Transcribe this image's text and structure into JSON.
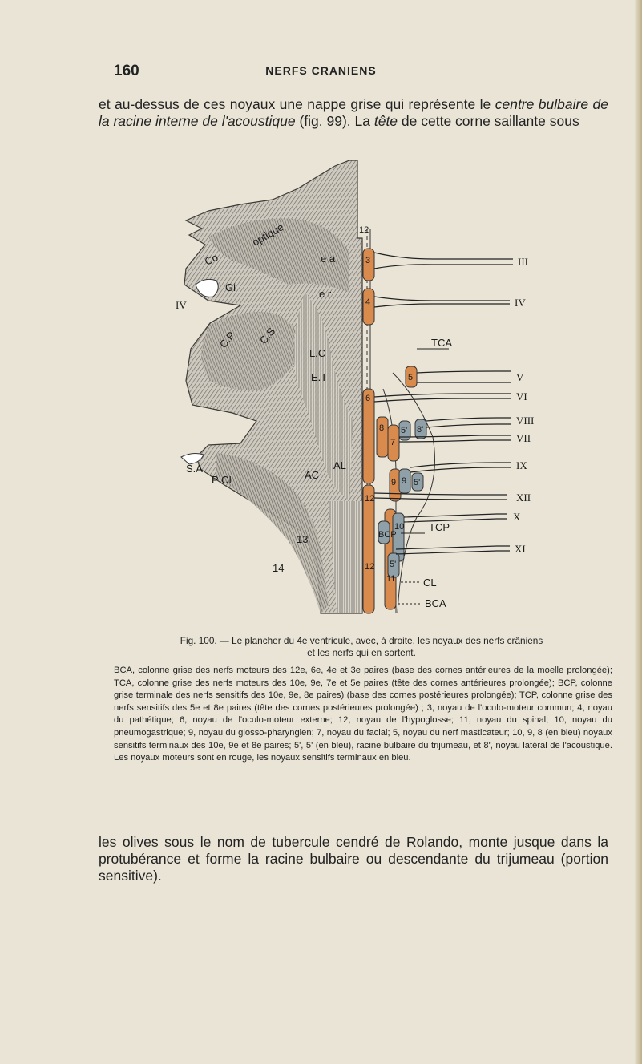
{
  "header": {
    "page_number": "160",
    "running_head": "NERFS CRANIENS"
  },
  "paragraph_top": {
    "part1": "et au-dessus de ces noyaux une nappe grise qui représente le ",
    "italic1": "centre bulbaire de la racine interne de l'acoustique",
    "part2": " (fig. 99). La ",
    "italic2": "tête",
    "part3": " de cette corne saillante sous"
  },
  "figure": {
    "left_labels": {
      "optic": "optique",
      "co": "Co",
      "gi": "Gi",
      "iv": "IV",
      "cs": "C.S",
      "cp": "C.P",
      "lcl": "L.C",
      "et": "E.T",
      "ea": "e a",
      "er": "e r",
      "sa": "S.A",
      "pci": "P CI",
      "ac": "AC",
      "al": "AL",
      "n13": "13",
      "n14": "14"
    },
    "nuclei": [
      "3",
      "4",
      "5",
      "6",
      "8",
      "7",
      "5'",
      "8'",
      "9",
      "9",
      "5'",
      "12",
      "10",
      "BCP",
      "5'",
      "11",
      "12"
    ],
    "nerves": [
      "III",
      "IV",
      "V",
      "VI",
      "VIII",
      "VII",
      "IX",
      "XII",
      "X",
      "XI"
    ],
    "column_labels": {
      "tca": "TCA",
      "tcp": "TCP",
      "cl": "CL",
      "bca": "BCA"
    }
  },
  "caption": {
    "line1": "Fig. 100. — Le plancher du 4e ventricule, avec, à droite, les noyaux des nerfs crâniens",
    "line2": "et les nerfs qui en sortent."
  },
  "legend_text": "BCA, colonne grise des nerfs moteurs des 12e, 6e, 4e et 3e paires (base des cornes antérieures de la moelle prolongée); TCA, colonne grise des nerfs moteurs des 10e, 9e, 7e et 5e paires (tête des cornes antérieures prolongée); BCP, colonne grise terminale des nerfs sensitifs des 10e, 9e, 8e paires) (base des cornes postérieures prolongée); TCP, colonne grise des nerfs sensitifs des 5e et 8e paires (tête des cornes postérieures prolongée) ; 3, noyau de l'oculo-moteur commun; 4, noyau du pathétique; 6, noyau de l'oculo-moteur externe; 12, noyau de l'hypoglosse; 11, noyau du spinal; 10, noyau du pneumogastrique; 9, noyau du glosso-pharyngien; 7, noyau du facial; 5, noyau du nerf masticateur; 10, 9, 8 (en bleu) noyaux sensitifs terminaux des 10e, 9e et 8e paires; 5', 5' (en bleu), racine bulbaire du trijumeau, et 8', noyau latéral de l'acoustique. Les noyaux moteurs sont en rouge, les noyaux sensitifs terminaux en bleu.",
  "paragraph_bottom": "les olives sous le nom de tubercule cendré de Rolando, monte jusque dans la protubérance et forme la racine bulbaire ou descendante du trijumeau (portion sensitive).",
  "colors": {
    "paper": "#e9e4d6",
    "motor_nucleus": "#d98b4e",
    "sensory_nucleus": "#8fa0a8",
    "brain_shading": "#8a8a86"
  }
}
